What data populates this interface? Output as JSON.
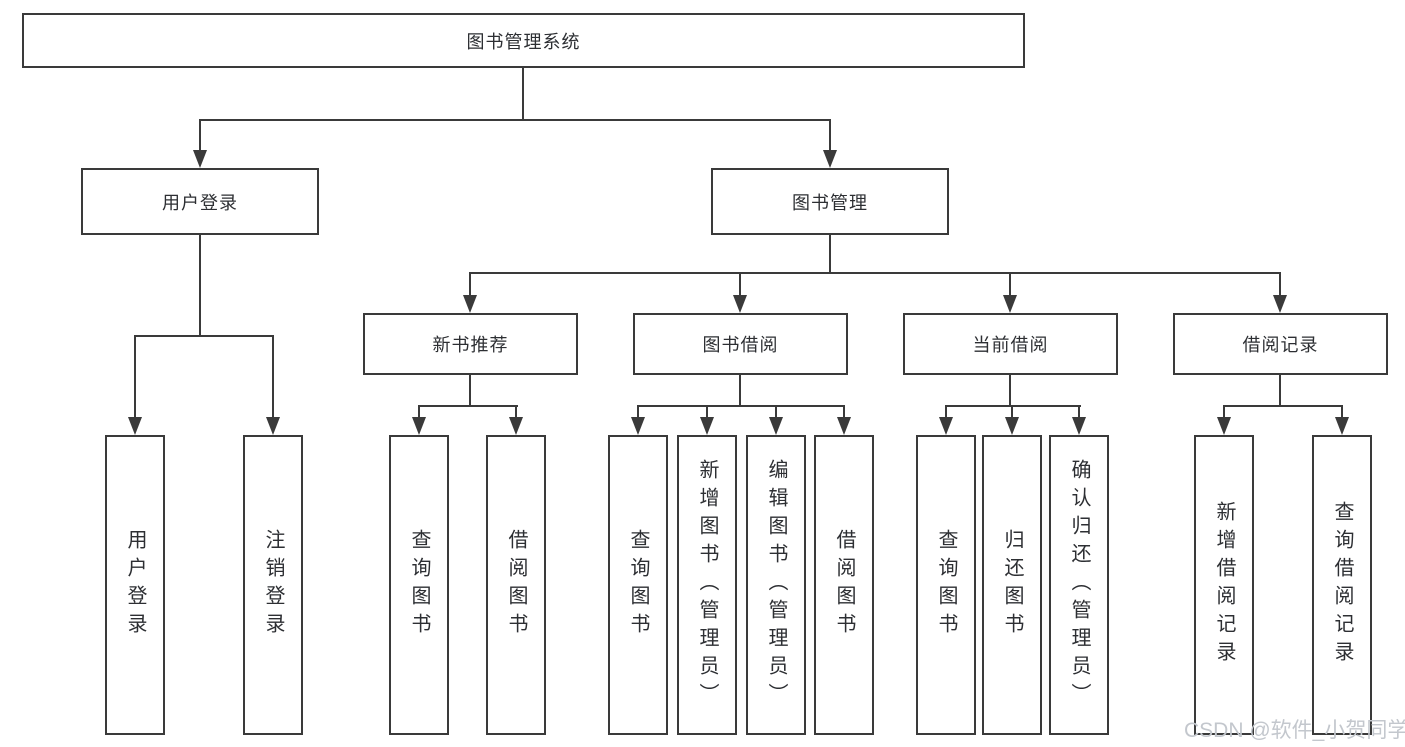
{
  "diagram": {
    "type": "hierarchy-tree",
    "root": {
      "label": "图书管理系统",
      "children": [
        {
          "label": "用户登录",
          "children": [
            {
              "label": "用户登录"
            },
            {
              "label": "注销登录"
            }
          ]
        },
        {
          "label": "图书管理",
          "children": [
            {
              "label": "新书推荐",
              "children": [
                {
                  "label": "查询图书"
                },
                {
                  "label": "借阅图书"
                }
              ]
            },
            {
              "label": "图书借阅",
              "children": [
                {
                  "label": "查询图书"
                },
                {
                  "label": "新增图书（管理员）"
                },
                {
                  "label": "编辑图书（管理员）"
                },
                {
                  "label": "借阅图书"
                }
              ]
            },
            {
              "label": "当前借阅",
              "children": [
                {
                  "label": "查询图书"
                },
                {
                  "label": "归还图书"
                },
                {
                  "label": "确认归还（管理员）"
                }
              ]
            },
            {
              "label": "借阅记录",
              "children": [
                {
                  "label": "新增借阅记录"
                },
                {
                  "label": "查询借阅记录"
                }
              ]
            }
          ]
        }
      ]
    }
  },
  "watermark": {
    "text": "CSDN @软件_小贺同学",
    "color": "#c3c7cd"
  },
  "colors": {
    "line": "#3a3a3a",
    "box_border": "#3a3a3a",
    "text": "#2d2f33",
    "background": "#ffffff"
  }
}
